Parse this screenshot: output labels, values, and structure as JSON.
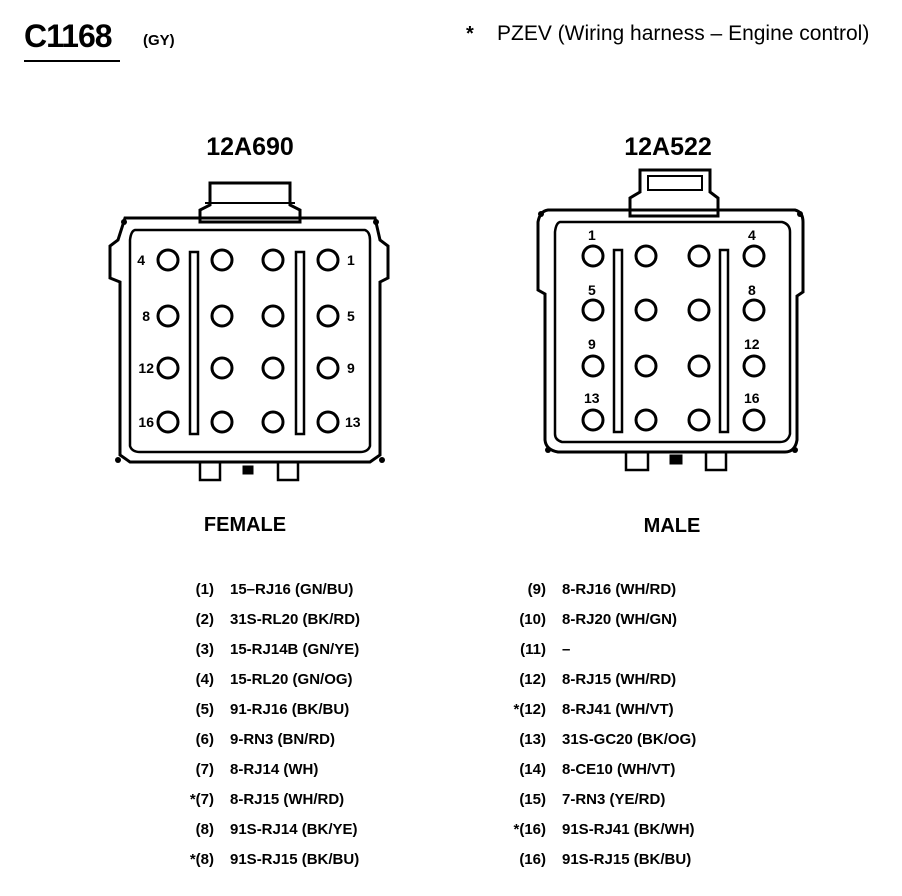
{
  "header": {
    "connector_id": "C1168",
    "color_code": "(GY)",
    "note_marker": "*",
    "note_text": "PZEV (Wiring harness – Engine control)"
  },
  "left_connector": {
    "part_number": "12A690",
    "gender": "FEMALE",
    "pin_labels": {
      "p1": "1",
      "p4": "4",
      "p5": "5",
      "p8": "8",
      "p9": "9",
      "p12": "12",
      "p13": "13",
      "p16": "16"
    }
  },
  "right_connector": {
    "part_number": "12A522",
    "gender": "MALE",
    "pin_labels": {
      "p1": "1",
      "p4": "4",
      "p5": "5",
      "p8": "8",
      "p9": "9",
      "p12": "12",
      "p13": "13",
      "p16": "16"
    }
  },
  "pinout_left": [
    {
      "pin": "(1)",
      "circuit": "15–RJ16 (GN/BU)"
    },
    {
      "pin": "(2)",
      "circuit": "31S-RL20 (BK/RD)"
    },
    {
      "pin": "(3)",
      "circuit": "15-RJ14B (GN/YE)"
    },
    {
      "pin": "(4)",
      "circuit": "15-RL20 (GN/OG)"
    },
    {
      "pin": "(5)",
      "circuit": "91-RJ16 (BK/BU)"
    },
    {
      "pin": "(6)",
      "circuit": "9-RN3 (BN/RD)"
    },
    {
      "pin": "(7)",
      "circuit": "8-RJ14 (WH)"
    },
    {
      "pin": "*(7)",
      "circuit": "8-RJ15 (WH/RD)"
    },
    {
      "pin": "(8)",
      "circuit": "91S-RJ14 (BK/YE)"
    },
    {
      "pin": "*(8)",
      "circuit": "91S-RJ15 (BK/BU)"
    }
  ],
  "pinout_right": [
    {
      "pin": "(9)",
      "circuit": "8-RJ16 (WH/RD)"
    },
    {
      "pin": "(10)",
      "circuit": "8-RJ20 (WH/GN)"
    },
    {
      "pin": "(11)",
      "circuit": "–"
    },
    {
      "pin": "(12)",
      "circuit": "8-RJ15 (WH/RD)"
    },
    {
      "pin": "*(12)",
      "circuit": "8-RJ41 (WH/VT)"
    },
    {
      "pin": "(13)",
      "circuit": "31S-GC20 (BK/OG)"
    },
    {
      "pin": "(14)",
      "circuit": "8-CE10 (WH/VT)"
    },
    {
      "pin": "(15)",
      "circuit": "7-RN3 (YE/RD)"
    },
    {
      "pin": "*(16)",
      "circuit": "91S-RJ41 (BK/WH)"
    },
    {
      "pin": "(16)",
      "circuit": "91S-RJ15 (BK/BU)"
    }
  ]
}
